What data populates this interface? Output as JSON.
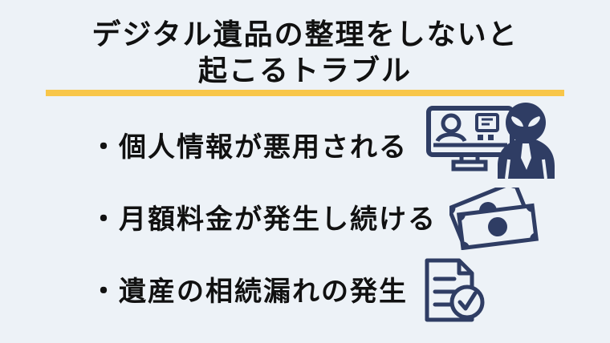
{
  "page": {
    "colors": {
      "background": "#edf2f7",
      "accent": "#2f3d64",
      "rule": "#f8c649",
      "text": "#111111"
    },
    "title": {
      "line1": "デジタル遺品の整理をしないと",
      "line2": "起こるトラブル"
    },
    "items": [
      {
        "bullet": "・",
        "text": "個人情報が悪用される",
        "icon": "identity-theft-icon"
      },
      {
        "bullet": "・",
        "text": "月額料金が発生し続ける",
        "icon": "recurring-fees-icon"
      },
      {
        "bullet": "・",
        "text": "遺産の相続漏れの発生",
        "icon": "inheritance-check-icon"
      }
    ]
  }
}
